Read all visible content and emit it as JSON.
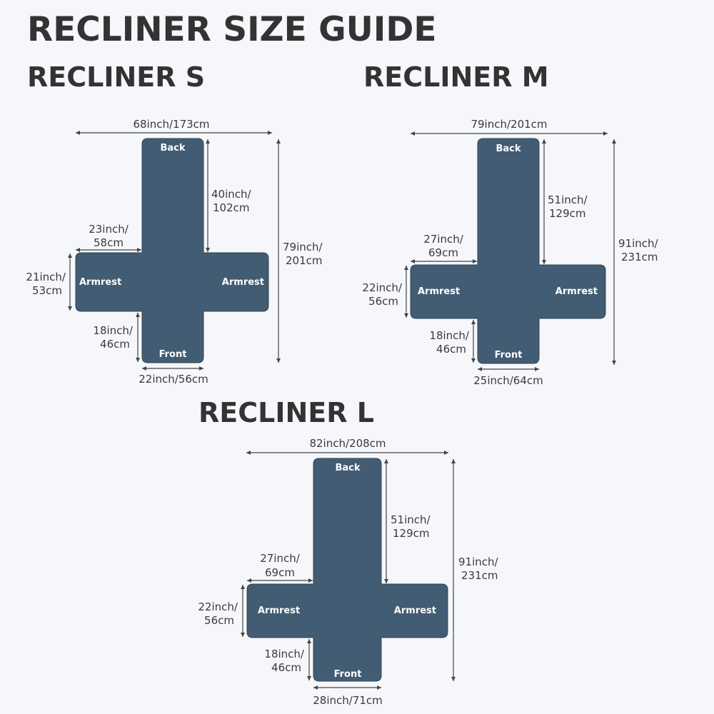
{
  "title": "RECLINER SIZE GUIDE",
  "colors": {
    "panel": "#425c73",
    "text": "#3a3a3a",
    "background": "#f6f7fb"
  },
  "recliners": [
    {
      "id": "s",
      "name": "RECLINER S",
      "labels": {
        "back": "Back",
        "front": "Front",
        "left_arm": "Armrest",
        "right_arm": "Armrest"
      },
      "dims": {
        "total_width": "68inch/173cm",
        "back_length": [
          "40inch/",
          "102cm"
        ],
        "total_length": [
          "79inch/",
          "201cm"
        ],
        "arm_length": [
          "23inch/",
          "58cm"
        ],
        "arm_width": [
          "21inch/",
          "53cm"
        ],
        "front_length": [
          "18inch/",
          "46cm"
        ],
        "seat_width": "22inch/56cm"
      }
    },
    {
      "id": "m",
      "name": "RECLINER M",
      "labels": {
        "back": "Back",
        "front": "Front",
        "left_arm": "Armrest",
        "right_arm": "Armrest"
      },
      "dims": {
        "total_width": "79inch/201cm",
        "back_length": [
          "51inch/",
          "129cm"
        ],
        "total_length": [
          "91inch/",
          "231cm"
        ],
        "arm_length": [
          "27inch/",
          "69cm"
        ],
        "arm_width": [
          "22inch/",
          "56cm"
        ],
        "front_length": [
          "18inch/",
          "46cm"
        ],
        "seat_width": "25inch/64cm"
      }
    },
    {
      "id": "l",
      "name": "RECLINER L",
      "labels": {
        "back": "Back",
        "front": "Front",
        "left_arm": "Armrest",
        "right_arm": "Armrest"
      },
      "dims": {
        "total_width": "82inch/208cm",
        "back_length": [
          "51inch/",
          "129cm"
        ],
        "total_length": [
          "91inch/",
          "231cm"
        ],
        "arm_length": [
          "27inch/",
          "69cm"
        ],
        "arm_width": [
          "22inch/",
          "56cm"
        ],
        "front_length": [
          "18inch/",
          "46cm"
        ],
        "seat_width": "28inch/71cm"
      }
    }
  ]
}
